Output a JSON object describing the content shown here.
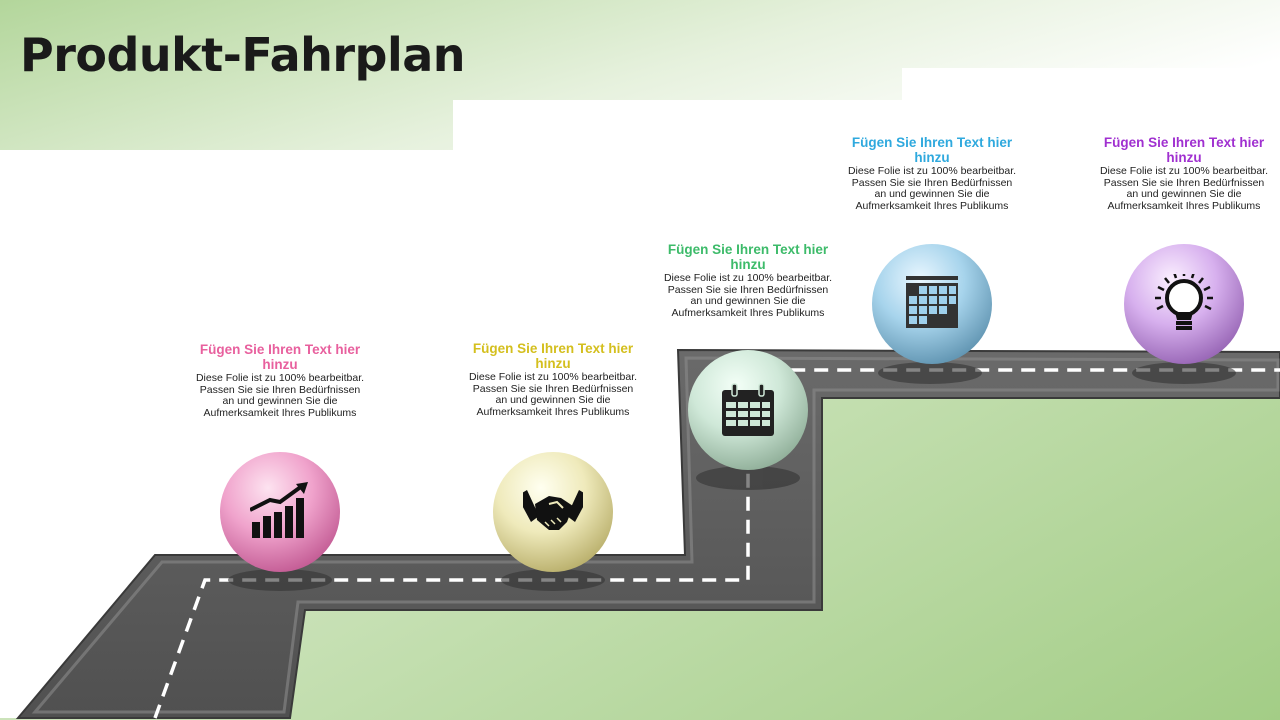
{
  "title": "Produkt-Fahrplan",
  "steps": [
    {
      "heading": "Fügen Sie Ihren Text hier hinzu",
      "body": "Diese Folie ist zu 100% bearbeitbar. Passen Sie sie Ihren Bedürfnissen an und gewinnen Sie die Aufmerksamkeit Ihres Publikums",
      "color": "#e8609e",
      "icon": "growth-chart-icon"
    },
    {
      "heading": "Fügen Sie Ihren Text hier hinzu",
      "body": "Diese Folie ist zu 100% bearbeitbar. Passen Sie sie Ihren Bedürfnissen an und gewinnen Sie die Aufmerksamkeit Ihres Publikums",
      "color": "#d4bf1e",
      "icon": "handshake-icon"
    },
    {
      "heading": "Fügen Sie Ihren Text hier hinzu",
      "body": "Diese Folie ist zu 100% bearbeitbar. Passen Sie sie Ihren Bedürfnissen an und gewinnen Sie die Aufmerksamkeit Ihres Publikums",
      "color": "#3dbb6a",
      "icon": "calendar-icon"
    },
    {
      "heading": "Fügen Sie Ihren Text hier hinzu",
      "body": "Diese Folie ist zu 100% bearbeitbar. Passen Sie sie Ihren Bedürfnissen an und gewinnen Sie die Aufmerksamkeit Ihres Publikums",
      "color": "#2fa9de",
      "icon": "calendar-grid-icon"
    },
    {
      "heading": "Fügen Sie Ihren Text hier hinzu",
      "body": "Diese Folie ist zu 100% bearbeitbar. Passen Sie sie Ihren Bedürfnissen an und gewinnen Sie die Aufmerksamkeit Ihres Publikums",
      "color": "#a030d0",
      "icon": "lightbulb-icon"
    }
  ]
}
